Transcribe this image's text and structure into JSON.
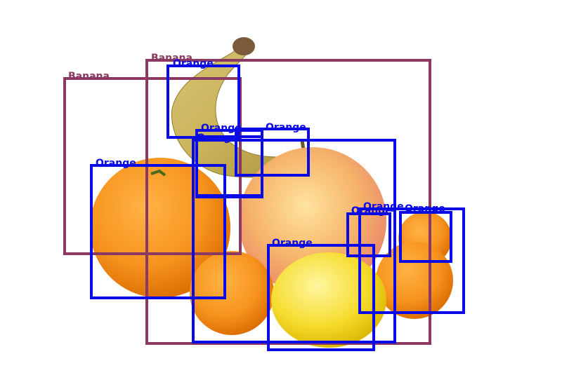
{
  "image": {
    "subject": "fruit",
    "background_color": "#ffffff"
  },
  "colors": {
    "banana_box": "#8a3a62",
    "orange_box": "#0a0ae6"
  },
  "detections": [
    {
      "label": "Banana",
      "category": "banana"
    },
    {
      "label": "Banana",
      "category": "banana"
    },
    {
      "label": "Orange",
      "category": "orange"
    },
    {
      "label": "Orange",
      "category": "orange"
    },
    {
      "label": "Orange",
      "category": "orange"
    },
    {
      "label": "Orange",
      "category": "orange"
    },
    {
      "label": "Orange",
      "category": "orange"
    },
    {
      "label": "Orange",
      "category": "orange"
    },
    {
      "label": "Orange",
      "category": "orange"
    },
    {
      "label": "Orange",
      "category": "orange"
    },
    {
      "label": "Orange",
      "category": "orange"
    },
    {
      "label": "Orange",
      "category": "orange"
    }
  ]
}
